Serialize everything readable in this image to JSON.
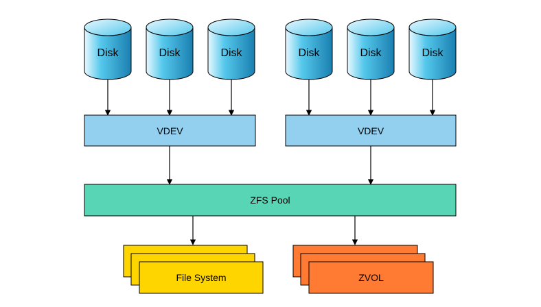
{
  "diagram": {
    "groups": [
      {
        "disks": [
          "Disk",
          "Disk",
          "Disk"
        ],
        "vdev_label": "VDEV"
      },
      {
        "disks": [
          "Disk",
          "Disk",
          "Disk"
        ],
        "vdev_label": "VDEV"
      }
    ],
    "pool_label": "ZFS Pool",
    "outputs": [
      {
        "label": "File System"
      },
      {
        "label": "ZVOL"
      }
    ]
  },
  "colors": {
    "disk_light": "#e8f8ff",
    "disk_mid": "#55c8ec",
    "disk_dark": "#1a7fb0",
    "vdev_fill": "#93d0ef",
    "pool_fill": "#58d5b4",
    "filesystem_fill": "#ffd500",
    "zvol_fill": "#ff7a33",
    "stroke": "#000000"
  }
}
